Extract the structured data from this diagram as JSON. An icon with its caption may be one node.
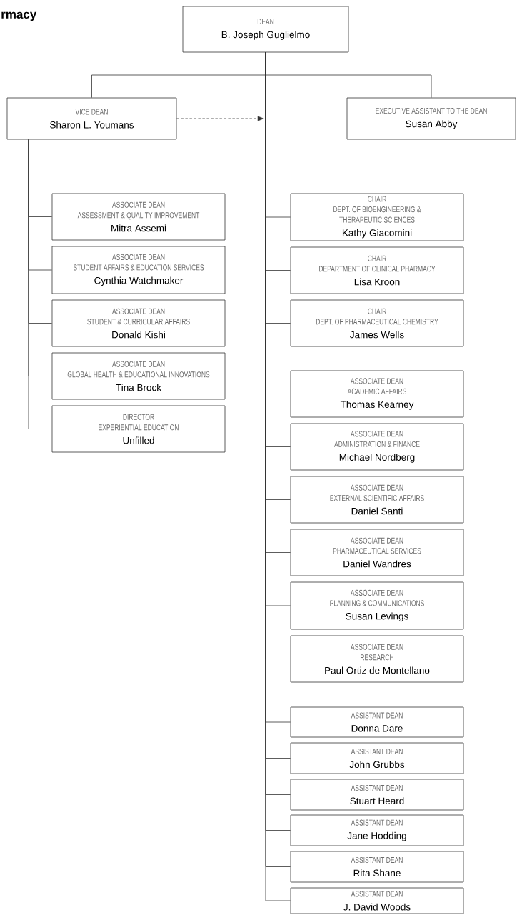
{
  "diagram": {
    "title": "rmacy",
    "nodes": [
      {
        "text": [
          "DEAN",
          "B. Joseph Guglielmo"
        ]
      },
      {
        "text": [
          "VICE DEAN",
          "Sharon L. Youmans"
        ]
      },
      {
        "text": [
          "EXECUTIVE ASSISTANT TO THE DEAN",
          "Susan Abby"
        ]
      },
      {
        "text": [
          "ASSOCIATE DEAN",
          "ASSESSMENT & QUALITY IMPROVEMENT",
          "Mitra Assemi"
        ]
      },
      {
        "text": [
          "ASSOCIATE DEAN",
          "STUDENT AFFAIRS & EDUCATION SERVICES",
          "Cynthia Watchmaker"
        ]
      },
      {
        "text": [
          "ASSOCIATE DEAN",
          "STUDENT & CURRICULAR AFFAIRS",
          "Donald Kishi"
        ]
      },
      {
        "text": [
          "ASSOCIATE DEAN",
          "GLOBAL HEALTH & EDUCATIONAL INNOVATIONS",
          "Tina Brock"
        ]
      },
      {
        "text": [
          "DIRECTOR",
          "EXPERIENTIAL EDUCATION",
          "Unfilled"
        ]
      },
      {
        "text": [
          "CHAIR",
          "DEPT. OF BIOENGINEERING & THERAPEUTIC SCIENCES",
          "Kathy Giacomini"
        ]
      },
      {
        "text": [
          "CHAIR",
          "DEPARTMENT OF CLINICAL PHARMACY",
          "Lisa Kroon"
        ]
      },
      {
        "text": [
          "CHAIR",
          "DEPT. OF PHARMACEUTICAL CHEMISTRY",
          "James Wells"
        ]
      },
      {
        "text": [
          "ASSOCIATE DEAN",
          "ACADEMIC AFFAIRS",
          "Thomas Kearney"
        ]
      },
      {
        "text": [
          "ASSOCIATE DEAN",
          "ADMINISTRATION & FINANCE",
          "Michael Nordberg"
        ]
      },
      {
        "text": [
          "ASSOCIATE DEAN",
          "EXTERNAL SCIENTIFIC AFFAIRS",
          "Daniel Santi"
        ]
      },
      {
        "text": [
          "ASSOCIATE DEAN",
          "PHARMACEUTICAL SERVICES",
          "Daniel Wandres"
        ]
      },
      {
        "text": [
          "ASSOCIATE DEAN",
          "PLANNING & COMMUNICATIONS",
          "Susan Levings"
        ]
      },
      {
        "text": [
          "ASSOCIATE DEAN",
          "RESEARCH",
          "Paul Ortiz de Montellano"
        ]
      },
      {
        "text": [
          "ASSISTANT DEAN",
          "Donna Dare"
        ]
      },
      {
        "text": [
          "ASSISTANT DEAN",
          "John Grubbs"
        ]
      },
      {
        "text": [
          "ASSISTANT DEAN",
          "Stuart Heard"
        ]
      },
      {
        "text": [
          "ASSISTANT DEAN",
          "Jane Hodding"
        ]
      },
      {
        "text": [
          "ASSISTANT DEAN",
          "Rita Shane"
        ]
      },
      {
        "text": [
          "ASSISTANT DEAN",
          "J. David Woods"
        ]
      }
    ],
    "edges": [
      {
        "from": 0,
        "to": 1,
        "arrow": "none"
      },
      {
        "from": 0,
        "to": 2,
        "arrow": "none"
      },
      {
        "from": 1,
        "to": null,
        "arrow": "to",
        "style": "dashed"
      },
      {
        "from": 1,
        "to": 3,
        "arrow": "none"
      },
      {
        "from": 1,
        "to": 4,
        "arrow": "none"
      },
      {
        "from": 1,
        "to": 5,
        "arrow": "none"
      },
      {
        "from": 1,
        "to": 6,
        "arrow": "none"
      },
      {
        "from": 1,
        "to": 7,
        "arrow": "none"
      },
      {
        "from": 0,
        "to": 8,
        "arrow": "none"
      },
      {
        "from": 0,
        "to": 9,
        "arrow": "none"
      },
      {
        "from": 0,
        "to": 10,
        "arrow": "none"
      },
      {
        "from": 0,
        "to": 11,
        "arrow": "none"
      },
      {
        "from": 0,
        "to": 12,
        "arrow": "none"
      },
      {
        "from": 0,
        "to": 13,
        "arrow": "none"
      },
      {
        "from": 0,
        "to": 14,
        "arrow": "none"
      },
      {
        "from": 0,
        "to": 15,
        "arrow": "none"
      },
      {
        "from": 0,
        "to": 16,
        "arrow": "none"
      },
      {
        "from": 0,
        "to": 17,
        "arrow": "none"
      },
      {
        "from": 0,
        "to": 18,
        "arrow": "none"
      },
      {
        "from": 0,
        "to": 19,
        "arrow": "none"
      },
      {
        "from": 0,
        "to": 20,
        "arrow": "none"
      },
      {
        "from": 0,
        "to": 21,
        "arrow": "none"
      },
      {
        "from": 0,
        "to": 22,
        "arrow": "none"
      }
    ]
  }
}
